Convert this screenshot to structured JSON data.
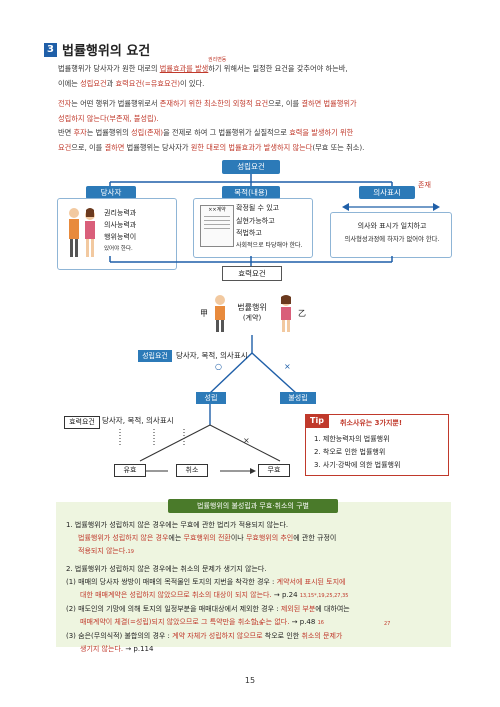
{
  "section": {
    "number": "3",
    "title": "법률행위의 요건"
  },
  "intro": {
    "annotation": "권리변동",
    "p1_a": "법률행위가 당사자가 원한 대로의 ",
    "p1_b": "법률효과를 발생",
    "p1_c": "하기 위해서는 일정한 요건을 갖추어야 하는바,",
    "p2_a": "이에는 ",
    "p2_b": "성립요건",
    "p2_c": "과 ",
    "p2_d": "효력요건(=유효요건)",
    "p2_e": "이 있다.",
    "p3_a": "전자",
    "p3_b": "는 어떤 행위가 법률행위로서 ",
    "p3_c": "존재하기 위한 최소한의 외형적 요건",
    "p3_d": "으로, 이를 ",
    "p3_e": "결하면 법률행위가",
    "p4": "성립하지 않는다(부존재, 불성립).",
    "p5_a": "반면 ",
    "p5_b": "후자",
    "p5_c": "는 법률행위의 ",
    "p5_d": "성립(존재)",
    "p5_e": "을 전제로 하여 그 법률행위가 실질적으로 ",
    "p5_f": "효력을 발생하기 위한",
    "p6_a": "요건",
    "p6_b": "으로, 이를 ",
    "p6_c": "결하면",
    "p6_d": " 법률행위는 당사자가 ",
    "p6_e": "원한 대로의 법률효과가 발생하지 않는다",
    "p6_f": "(무효 또는 취소)."
  },
  "diagram1": {
    "top_label": "성립요건",
    "party_label": "당사자",
    "party_lines": [
      "권리능력과",
      "의사능력과",
      "행위능력이",
      "있어야 한다."
    ],
    "purpose_label": "목적(내용)",
    "contract_mark": "××계약",
    "purpose_lines": [
      "확정될 수 있고",
      "실현가능하고",
      "적법하고",
      "사회적으로 타당해야 한다."
    ],
    "intent_label": "의사표시",
    "intent_exist": "존재",
    "intent_lines": [
      "의사와 표시가 일치하고",
      "의사형성과정에 하자가 없어야 한다."
    ],
    "bottom_label": "효력요건"
  },
  "diagram2": {
    "left_person": "甲",
    "right_person": "乙",
    "act_title": "법률행위",
    "act_sub": "(계약)",
    "formation_tag": "성립요건",
    "formation_items": "당사자, 목적, 의사표시",
    "circle_mark": "○",
    "cross_mark": "×",
    "formed": "성립",
    "not_formed": "불성립",
    "validity_tag": "효력요건",
    "validity_items": "당사자, 목적, 의사표시",
    "valid": "유효",
    "cancel": "취소",
    "void": "무효"
  },
  "tip": {
    "tag": "Tip",
    "title": "취소사유는 3가지뿐!",
    "items": [
      "1. 제한능력자의 법률행위",
      "2. 착오로 인한 법률행위",
      "3. 사기·강박에 의한 법률행위"
    ]
  },
  "green": {
    "title": "법률행위의 불성립과 무효·취소의 구별",
    "item1_head": "1. 법률행위가 성립하지 않은 경우에는 무효에 관한 법리가 적용되지 않는다.",
    "item1_l1_a": "법률행위가 성립하지 않은 경우",
    "item1_l1_b": "에는 ",
    "item1_l1_c": "무효행위의 전환",
    "item1_l1_d": "이나 ",
    "item1_l1_e": "무효행위의 추인",
    "item1_l1_f": "에 관한 규정이",
    "item1_l2": "적용되지 않는다.",
    "item1_ref": "19",
    "item2_head": "2. 법률행위가 성립하지 않은 경우에는 취소의 문제가 생기지 않는다.",
    "item2_1_a": "(1) 매매의 당사자 쌍방이 매매의 목적물인 토지의 지번을 착각한 경우 : ",
    "item2_1_b": "계약서에 표시된 토지에",
    "item2_1_c": "대한 매매계약은 성립하지 않았으므로 취소의 대상이 되지 않는다.",
    "item2_1_d": " → p.24 ",
    "item2_1_refs": "13,15*,19,25,27,35",
    "item2_2_a": "(2) 매도인의 기망에 의해 토지의 일정부분을 매매대상에서 제외한 경우 : ",
    "item2_2_b": "제외된 부분",
    "item2_2_c": "에 대하여는",
    "item2_2_d": "매매계약이 체결(=성립)되지 않았으므로 그 특약만을 취소할 수는 없다.",
    "item2_2_e": " → p.48 ",
    "item2_2_ref": "16",
    "item2_3_a": "(3) 숨은(무의식적) 불합의의 경우 : ",
    "item2_3_b": "계약 자체가 성립하지 않으므로",
    "item2_3_c": " 착오로 인한 ",
    "item2_3_d": "취소의 문제가",
    "item2_3_e": "생기지 않는다.",
    "item2_3_f": " → p.114",
    "item2_3_ref1": "19",
    "item2_3_ref2": "27"
  },
  "page_number": "15"
}
